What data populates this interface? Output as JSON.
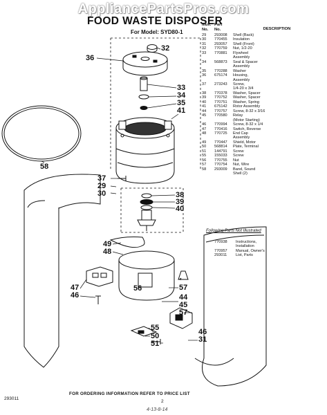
{
  "watermark": "AppliancePartsPros.com",
  "title": "FOOD WASTE DISPOSER",
  "model": "For Model: SYD80-1",
  "table": {
    "headers": {
      "illus": "Illus.\nNo.",
      "part": "Part\nNo.",
      "description": "DESCRIPTION"
    },
    "rows": [
      {
        "illus": "29",
        "part": "293008",
        "desc": "Shell (Back)"
      },
      {
        "illus": "30",
        "part": "770455",
        "desc": "Insulation"
      },
      {
        "illus": "31",
        "part": "293057",
        "desc": "Shell (Front)"
      },
      {
        "illus": "32",
        "part": "770759",
        "desc": "Nut, 1/2-20"
      },
      {
        "illus": "33",
        "part": "770881",
        "desc": "Flywheel"
      },
      {
        "illus": "",
        "part": "",
        "desc": "Assembly"
      },
      {
        "illus": "34",
        "part": "568873",
        "desc": "Seal & Spacer"
      },
      {
        "illus": "",
        "part": "",
        "desc": "Assembly"
      },
      {
        "illus": "35",
        "part": "770288",
        "desc": "Washer"
      },
      {
        "illus": "36",
        "part": "675174",
        "desc": "Housing,"
      },
      {
        "illus": "",
        "part": "",
        "desc": "Assembly"
      },
      {
        "illus": "37",
        "part": "273243",
        "desc": "Screw,"
      },
      {
        "illus": "",
        "part": "",
        "desc": "1/4-20 x 3/4"
      },
      {
        "illus": "38",
        "part": "770378",
        "desc": "Washer, Spacer"
      },
      {
        "illus": "39",
        "part": "770752",
        "desc": "Washer, Spacer"
      },
      {
        "illus": "40",
        "part": "770751",
        "desc": "Washer, Spring"
      },
      {
        "illus": "41",
        "part": "675142",
        "desc": "Rotor Assembly"
      },
      {
        "illus": "44",
        "part": "770757",
        "desc": "Screw, 8-32 x 3/16"
      },
      {
        "illus": "45",
        "part": "770580",
        "desc": "Relay"
      },
      {
        "illus": "",
        "part": "",
        "desc": "(Motor Starting)"
      },
      {
        "illus": "46",
        "part": "770994",
        "desc": "Screw, 8-32 x 1/4"
      },
      {
        "illus": "47",
        "part": "770416",
        "desc": "Switch, Reverse"
      },
      {
        "illus": "48",
        "part": "770725",
        "desc": "End Cap"
      },
      {
        "illus": "",
        "part": "",
        "desc": "Assembly"
      },
      {
        "illus": "49",
        "part": "770447",
        "desc": "Shield, Motor"
      },
      {
        "illus": "50",
        "part": "568814",
        "desc": "Plate, Terminal"
      },
      {
        "illus": "51",
        "part": "144791",
        "desc": "Screw"
      },
      {
        "illus": "55",
        "part": "155033",
        "desc": "Screw"
      },
      {
        "illus": "56",
        "part": "770755",
        "desc": "Nut"
      },
      {
        "illus": "57",
        "part": "770754",
        "desc": "Nut, Wire"
      },
      {
        "illus": "58",
        "part": "293009",
        "desc": "Band, Sound"
      },
      {
        "illus": "",
        "part": "",
        "desc": "Shell (2)"
      }
    ]
  },
  "not_illustrated": {
    "title": "Following Parts Not Illustrated",
    "rows": [
      {
        "part": "770938",
        "desc": "Instructions,"
      },
      {
        "part": "",
        "desc": "Installation"
      },
      {
        "part": "770957",
        "desc": "Manual, Owner's"
      },
      {
        "part": "293011",
        "desc": "List, Parts"
      }
    ]
  },
  "callouts": {
    "c32": "32",
    "c36": "36",
    "c33": "33",
    "c34": "34",
    "c35": "35",
    "c41": "41",
    "c58": "58",
    "c37": "37",
    "c29": "29",
    "c30": "30",
    "c38": "38",
    "c39": "39",
    "c40": "40",
    "c49": "49",
    "c48": "48",
    "c47": "47",
    "c46": "46",
    "c56": "56",
    "c57a": "57",
    "c44": "44",
    "c45": "45",
    "c57b": "57",
    "c55": "55",
    "c50": "50",
    "c51": "51",
    "c46b": "46",
    "c31": "31"
  },
  "footer_note": "FOR ORDERING INFORMATION REFER TO PRICE LIST",
  "doc_number": "293011",
  "page_number": "2",
  "handwriting": "4-13-8-14"
}
